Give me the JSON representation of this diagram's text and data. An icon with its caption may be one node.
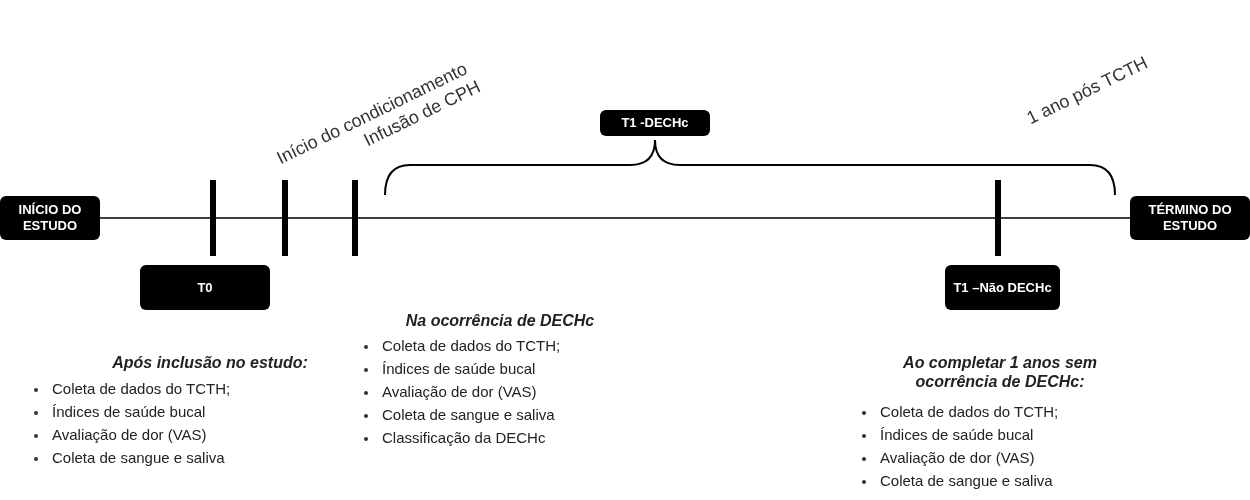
{
  "diagram": {
    "nodes": [
      {
        "text": [
          "INÍCIO DO ESTUDO"
        ]
      },
      {
        "text": [
          "TÉRMINO DO ESTUDO"
        ]
      },
      {
        "text": [
          "T1 -DECHc"
        ]
      },
      {
        "text": [
          "T0"
        ]
      },
      {
        "text": [
          "T1 –Não DECHc"
        ]
      }
    ],
    "edges": [
      {
        "from": 0,
        "to": 1,
        "arrow": "none"
      }
    ],
    "labels": [
      "Início do condicionamento",
      "Infusão de CPH",
      "1 ano pós TCTH",
      "Na ocorrência de DECHc",
      "Coleta de dados do TCTH;",
      "Índices de saúde bucal",
      "Avaliação de dor (VAS)",
      "Coleta de sangue e saliva",
      "Classificação da DECHc",
      "Após inclusão no estudo:",
      "Coleta de dados do TCTH;",
      "Índices de saúde bucal",
      "Avaliação de dor (VAS)",
      "Coleta de sangue e saliva",
      "Ao completar 1 anos sem ocorrência de DECHc:",
      "Coleta de dados do TCTH;",
      "Índices de saúde bucal",
      "Avaliação de dor (VAS)",
      "Coleta de sangue e saliva"
    ]
  }
}
